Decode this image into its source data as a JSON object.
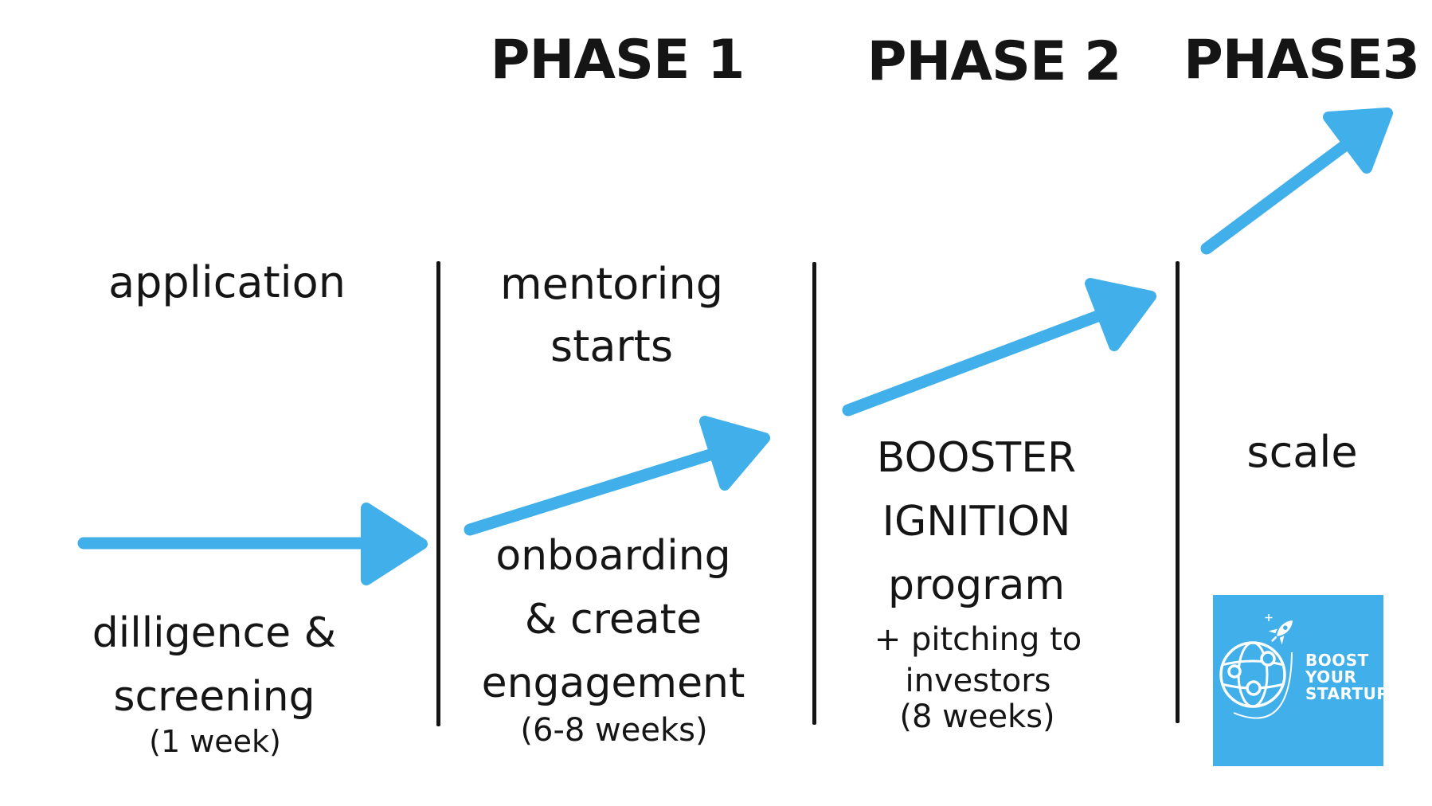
{
  "colors": {
    "accent": "#40AFEA",
    "ink": "#151515",
    "logo_text": "#ffffff"
  },
  "headers": {
    "phase1": "PHASE 1",
    "phase2": "PHASE 2",
    "phase3": "PHASE3"
  },
  "stage1": {
    "top": "application",
    "main_line1": "dilligence &",
    "main_line2": "screening",
    "duration": "(1 week)"
  },
  "stage2": {
    "top_line1": "mentoring",
    "top_line2": "starts",
    "main_line1": "onboarding",
    "main_line2": "& create",
    "main_line3": "engagement",
    "duration": "(6-8 weeks)"
  },
  "stage3": {
    "main_line1": "BOOSTER",
    "main_line2": "IGNITION",
    "main_line3": "program",
    "sub_line1": "+ pitching to",
    "sub_line2": "investors",
    "duration": "(8 weeks)"
  },
  "stage4": {
    "label": "scale"
  },
  "logo": {
    "line1": "BOOST",
    "line2": "YOUR",
    "line3": "STARTUP"
  },
  "icons": {
    "arrow1": "right-arrow-icon",
    "arrow2": "rising-arrow-icon",
    "arrow3": "rising-arrow-icon",
    "arrow4": "steep-rising-arrow-icon",
    "logo_globe": "globe-icon",
    "logo_rocket": "rocket-icon"
  }
}
